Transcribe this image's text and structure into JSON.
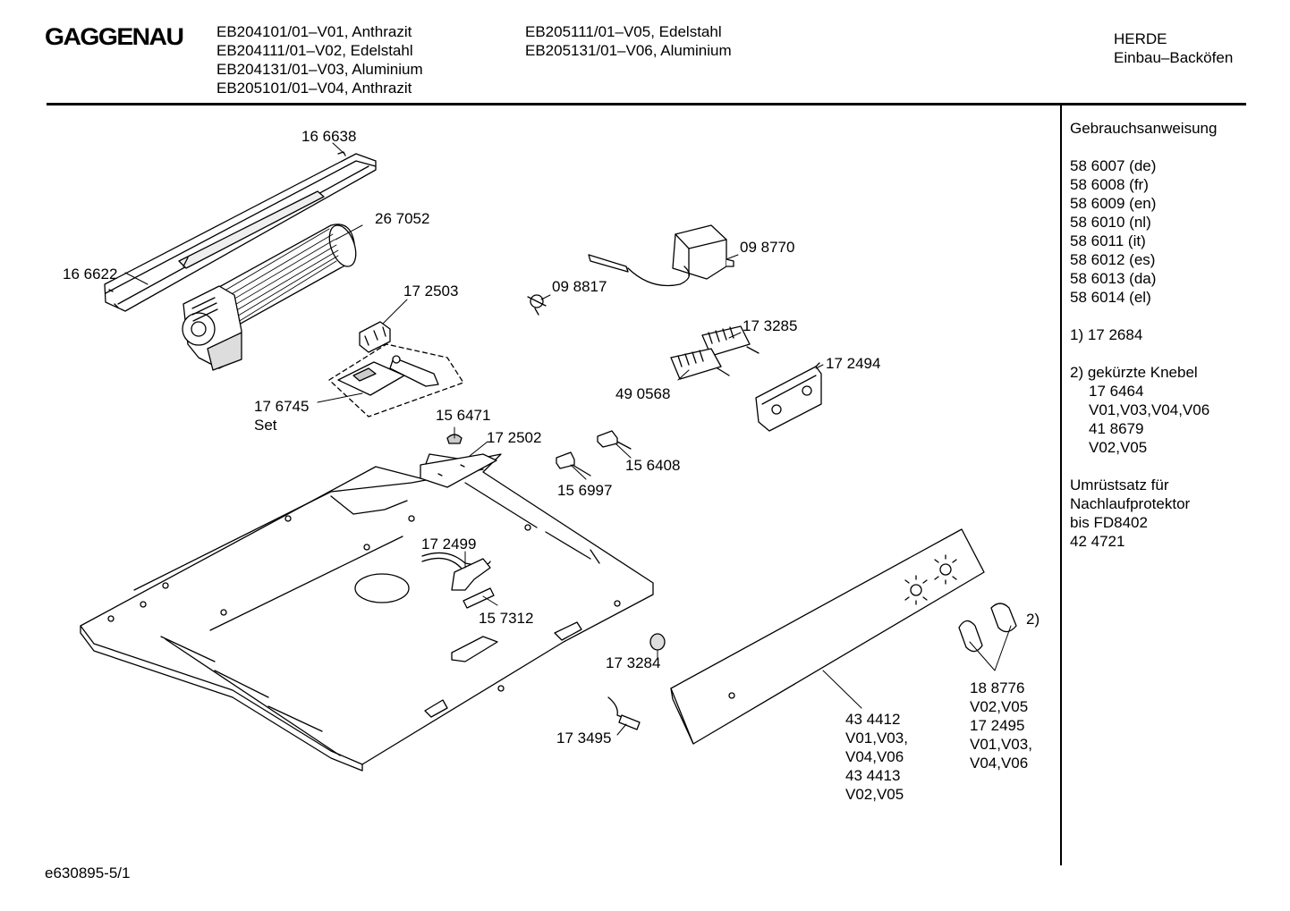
{
  "brand": "GAGGENAU",
  "models_col1": [
    "EB204101/01–V01, Anthrazit",
    "EB204111/01–V02, Edelstahl",
    "EB204131/01–V03, Aluminium",
    "EB205101/01–V04, Anthrazit"
  ],
  "models_col2": [
    "EB205111/01–V05, Edelstahl",
    "EB205131/01–V06, Aluminium"
  ],
  "category": [
    "HERDE",
    "Einbau–Backöfen"
  ],
  "sidebar": {
    "manual_title": "Gebrauchsanweisung",
    "manuals": [
      "58 6007 (de)",
      "58 6008 (fr)",
      "58 6009 (en)",
      "58 6010 (nl)",
      "58 6011 (it)",
      "58 6012 (es)",
      "58 6013 (da)",
      "58 6014 (el)"
    ],
    "note1": "1)  17 2684",
    "note2_title": "2)  gekürzte Knebel",
    "note2_lines": [
      "17 6464",
      "V01,V03,V04,V06",
      "41 8679",
      "V02,V05"
    ],
    "kit_lines": [
      "Umrüstsatz für",
      "Nachlaufprotektor",
      "bis FD8402",
      "42 4721"
    ]
  },
  "parts": {
    "p166638": "16 6638",
    "p267052": "26 7052",
    "p166622": "16 6622",
    "p172503": "17 2503",
    "p098817": "09 8817",
    "p098770": "09 8770",
    "p173285": "17 3285",
    "p172494": "17 2494",
    "p490568": "49 0568",
    "p176745": "17 6745",
    "p176745_set": "Set",
    "p156471": "15 6471",
    "p172502": "17 2502",
    "p156408": "15 6408",
    "p156997": "15 6997",
    "p172499": "17 2499",
    "p157312": "15 7312",
    "p173284": "17 3284",
    "p173495": "17 3495",
    "panel_lines": [
      "43 4412",
      "V01,V03,",
      "V04,V06",
      "43 4413",
      "V02,V05"
    ],
    "knob_marker": "2)",
    "knob_lines": [
      "18 8776",
      "V02,V05",
      "17 2495",
      "V01,V03,",
      "V04,V06"
    ]
  },
  "footer": "e630895-5/1"
}
